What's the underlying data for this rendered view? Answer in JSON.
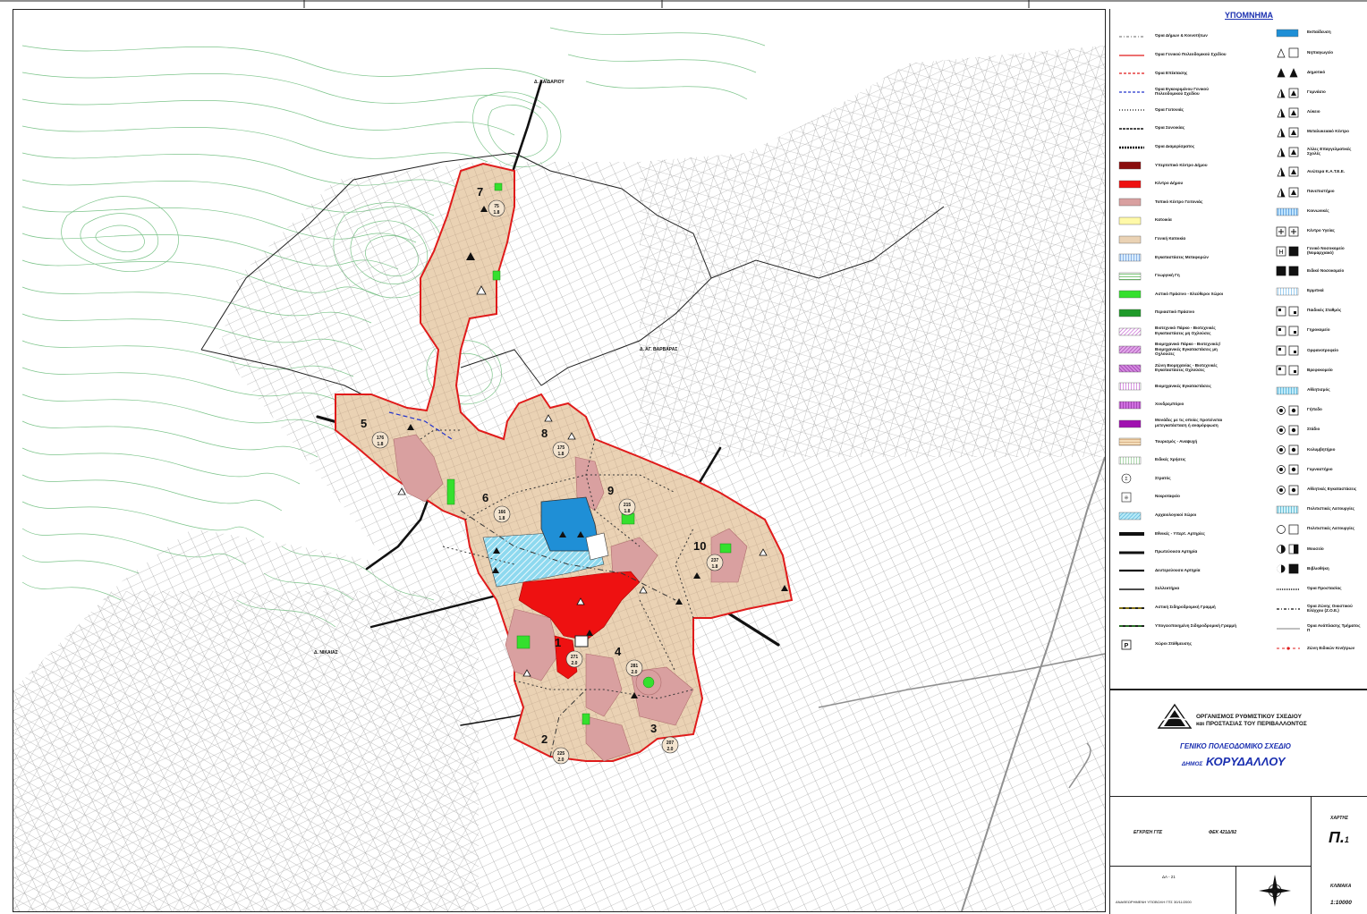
{
  "map": {
    "zone_labels": [
      {
        "num": "1",
        "code": "271",
        "density": "2.0"
      },
      {
        "num": "2",
        "code": "225",
        "density": "2.0"
      },
      {
        "num": "3",
        "code": "207",
        "density": "2.0"
      },
      {
        "num": "4",
        "code": "281",
        "density": "2.0"
      },
      {
        "num": "5",
        "code": "176",
        "density": "1.8"
      },
      {
        "num": "6",
        "code": "166",
        "density": "1.8"
      },
      {
        "num": "7",
        "code": "75",
        "density": "1.8"
      },
      {
        "num": "8",
        "code": "175",
        "density": "1.8"
      },
      {
        "num": "9",
        "code": "215",
        "density": "1.8"
      },
      {
        "num": "10",
        "code": "237",
        "density": "1.8"
      }
    ],
    "municipality_labels": {
      "haidari": "Δ. ΧΑΪΔΑΡΙΟΥ",
      "ag_varvara": "Δ. ΑΓ. ΒΑΡΒΑΡΑΣ",
      "nikaia": "Δ. ΝΙΚΑΙΑΣ"
    },
    "colors": {
      "residential": "#ead2b4",
      "center": "#ee1111",
      "local_center": "#d9a0a0",
      "boundary": "#e01b1b",
      "prison": "#1f8fd6",
      "prison_zone": "#8ed9ef",
      "green": "#35e02e",
      "contours": "#7cc48a",
      "roads": "#707070"
    }
  },
  "legend": {
    "title": "ΥΠΟΜΝΗΜΑ",
    "left_items": [
      {
        "label": "Όρια Δήμων & Κοινοτήτων",
        "symbol": "dash-dot-gray"
      },
      {
        "label": "Όρια Γενικού Πολεοδομικού Σχεδίου",
        "symbol": "line-red"
      },
      {
        "label": "Όρια Επέκτασης",
        "symbol": "dash-red"
      },
      {
        "label": "Όρια Εγκεκριμένου Γενικού Πολεοδομικού Σχεδίου",
        "symbol": "dash-blue"
      },
      {
        "label": "Όρια Γειτονιάς",
        "symbol": "dot-black"
      },
      {
        "label": "Όρια Συνοικίας",
        "symbol": "dash-black"
      },
      {
        "label": "Όρια Διαμερίσματος",
        "symbol": "thick-dash-black"
      },
      {
        "label": "Υπερτοπικό Κέντρο Δήμου",
        "symbol": "fill-darkred"
      },
      {
        "label": "Κέντρο Δήμου",
        "symbol": "fill-red"
      },
      {
        "label": "Τοπικό Κέντρο Γειτονιάς",
        "symbol": "fill-pink"
      },
      {
        "label": "Κατοικία",
        "symbol": "fill-yellow"
      },
      {
        "label": "Γενική Κατοικία",
        "symbol": "fill-tan"
      },
      {
        "label": "Εγκαταστάσεις Μεταφορών",
        "symbol": "hatch-blue"
      },
      {
        "label": "Γεωργική Γη",
        "symbol": "hatch-green"
      },
      {
        "label": "Αστικό Πράσινο - Ελεύθεροι Χώροι",
        "symbol": "fill-green"
      },
      {
        "label": "Περιαστικό Πράσινο",
        "symbol": "fill-darkgreen"
      },
      {
        "label": "Βιοτεχνικό Πάρκο - Βιοτεχνικές Εγκαταστάσεις μη Οχλούσες",
        "symbol": "hatch-purple"
      },
      {
        "label": "Βιομηχανικό Πάρκο - Βιοτεχνικές/Βιομηχανικές Εγκαταστάσεις μη Οχλούσες",
        "symbol": "dense-purple"
      },
      {
        "label": "Ζώνη Βιομηχανίας - Βιοτεχνικές Εγκαταστάσεις Οχλούσες",
        "symbol": "cross-purple"
      },
      {
        "label": "Βιομηχανικές Εγκαταστάσεις",
        "symbol": "vert-purple"
      },
      {
        "label": "Χονδρεμπόριο",
        "symbol": "vert-purple-dense"
      },
      {
        "label": "Μονάδες με τις οποίες προτείνεται μετεγκατάσταση ή αναμόρφωση",
        "symbol": "fill-violet"
      },
      {
        "label": "Τουρισμός - Αναψυχή",
        "symbol": "stripe-tan"
      },
      {
        "label": "Ειδικές Χρήσεις",
        "symbol": "stripe-green"
      },
      {
        "label": "Στρατός",
        "symbol": "circle-sym"
      },
      {
        "label": "Νεκροταφείο",
        "symbol": "grid-sym"
      },
      {
        "label": "Αρχαιολογικοί Χώροι",
        "symbol": "hatch-cyan"
      },
      {
        "label": "Εθνικές - Υπερτ. Αρτηρίες",
        "symbol": "road-1"
      },
      {
        "label": "Πρωτεύουσα Αρτηρία",
        "symbol": "road-2"
      },
      {
        "label": "Δευτερεύουσα Αρτηρία",
        "symbol": "road-3"
      },
      {
        "label": "Συλλεκτήρια",
        "symbol": "road-4"
      },
      {
        "label": "Αστική Σιδηροδρομική Γραμμή",
        "symbol": "rail-1"
      },
      {
        "label": "Υπογειοποιημένη Σιδηροδρομική Γραμμή",
        "symbol": "rail-2"
      },
      {
        "label": "Χώροι Στάθμευσης",
        "symbol": "parking"
      }
    ],
    "right_items": [
      {
        "label": "Εκπαίδευση",
        "symbol": "fill-blue"
      },
      {
        "label": "Νηπιαγωγείο",
        "symbol": "tri-open"
      },
      {
        "label": "Δημοτικό",
        "symbol": "tri-solid"
      },
      {
        "label": "Γυμνάσιο",
        "symbol": "tri-half"
      },
      {
        "label": "Λύκειο",
        "symbol": "tri-half2"
      },
      {
        "label": "Μεταλυκειακό Κέντρο",
        "symbol": "tri-half3"
      },
      {
        "label": "Άλλες Επαγγελματικές Σχολές",
        "symbol": "tri-half4"
      },
      {
        "label": "Ανώτερα Κ.Α.Τ.Ε.Ε.",
        "symbol": "tri-half5"
      },
      {
        "label": "Πανεπιστήμιο",
        "symbol": "tri-half6"
      },
      {
        "label": "Κοινωνικές",
        "symbol": "hatch-blue2"
      },
      {
        "label": "Κέντρο Υγείας",
        "symbol": "box-plus"
      },
      {
        "label": "Γενικό Νοσοκομείο (Νομαρχιακό)",
        "symbol": "box-h"
      },
      {
        "label": "Ειδικό Νοσοκομείο",
        "symbol": "box-dark"
      },
      {
        "label": "Ερμιτικά",
        "symbol": "hatch-blue3"
      },
      {
        "label": "Παιδικός Σταθμός",
        "symbol": "box-sym"
      },
      {
        "label": "Γηροκομείο",
        "symbol": "box-sym2"
      },
      {
        "label": "Ορφανοτροφείο",
        "symbol": "box-sym3"
      },
      {
        "label": "Βρεφοκομείο",
        "symbol": "box-sym4"
      },
      {
        "label": "Αθλητισμός",
        "symbol": "vert-cyan"
      },
      {
        "label": "Γήπεδο",
        "symbol": "sport-1"
      },
      {
        "label": "Στάδιο",
        "symbol": "sport-2"
      },
      {
        "label": "Κολυμβητήριο",
        "symbol": "sport-3"
      },
      {
        "label": "Γυμναστήριο",
        "symbol": "sport-4"
      },
      {
        "label": "Αθλητικές Εγκαταστάσεις",
        "symbol": "sport-5"
      },
      {
        "label": "Πολιτιστικές Λειτουργίες",
        "symbol": "vert-cyan2"
      },
      {
        "label": "Πολιτιστικές Λειτουργίες",
        "symbol": "culture-1"
      },
      {
        "label": "Μουσείο",
        "symbol": "culture-2"
      },
      {
        "label": "Βιβλιοθήκη",
        "symbol": "culture-3"
      },
      {
        "label": "Όρια Προστασίας",
        "symbol": "dot-dash-black"
      },
      {
        "label": "Όρια Ζώνης Οικιστικού Ελέγχου (Ζ.Ο.Ε.)",
        "symbol": "dash-dot-black"
      },
      {
        "label": "Όρια Ανάπλασης Τμήματος Π",
        "symbol": "line-gray"
      },
      {
        "label": "Ζώνη Ειδικών Κινήτρων",
        "symbol": "dot-red"
      }
    ]
  },
  "title_block": {
    "org_line1": "ΟΡΓΑΝΙΣΜΟΣ ΡΥΘΜΙΣΤΙΚΟΥ ΣΧΕΔΙΟΥ",
    "org_line2": "και ΠΡΟΣΤΑΣΙΑΣ ΤΟΥ ΠΕΡΙΒΑΛΛΟΝΤΟΣ",
    "plan_title": "ΓΕΝΙΚΟ ΠΟΛΕΟΔΟΜΙΚΟ ΣΧΕΔΙΟ",
    "municipality_prefix": "ΔΗΜΟΣ",
    "municipality_name": "ΚΟΡΥΔΑΛΛΟΥ",
    "approval_label": "ΕΓΚΡΙΣΗ ΓΠΣ",
    "fek_label": "ΦΕΚ 421Δ/92",
    "map_label": "ΧΑΡΤΗΣ",
    "map_number": "Π.",
    "map_number_sub": "1",
    "small_code": "ΔΑ - 21",
    "drawing_date": "ΑΝΑΘΕΩΡΗΜΕΝΗ ΥΠΟΒΟΛΗ ΓΠΣ 30/11/2000",
    "scale_label": "ΚΛΙΜΑΚΑ",
    "scale_value": "1:10000"
  }
}
